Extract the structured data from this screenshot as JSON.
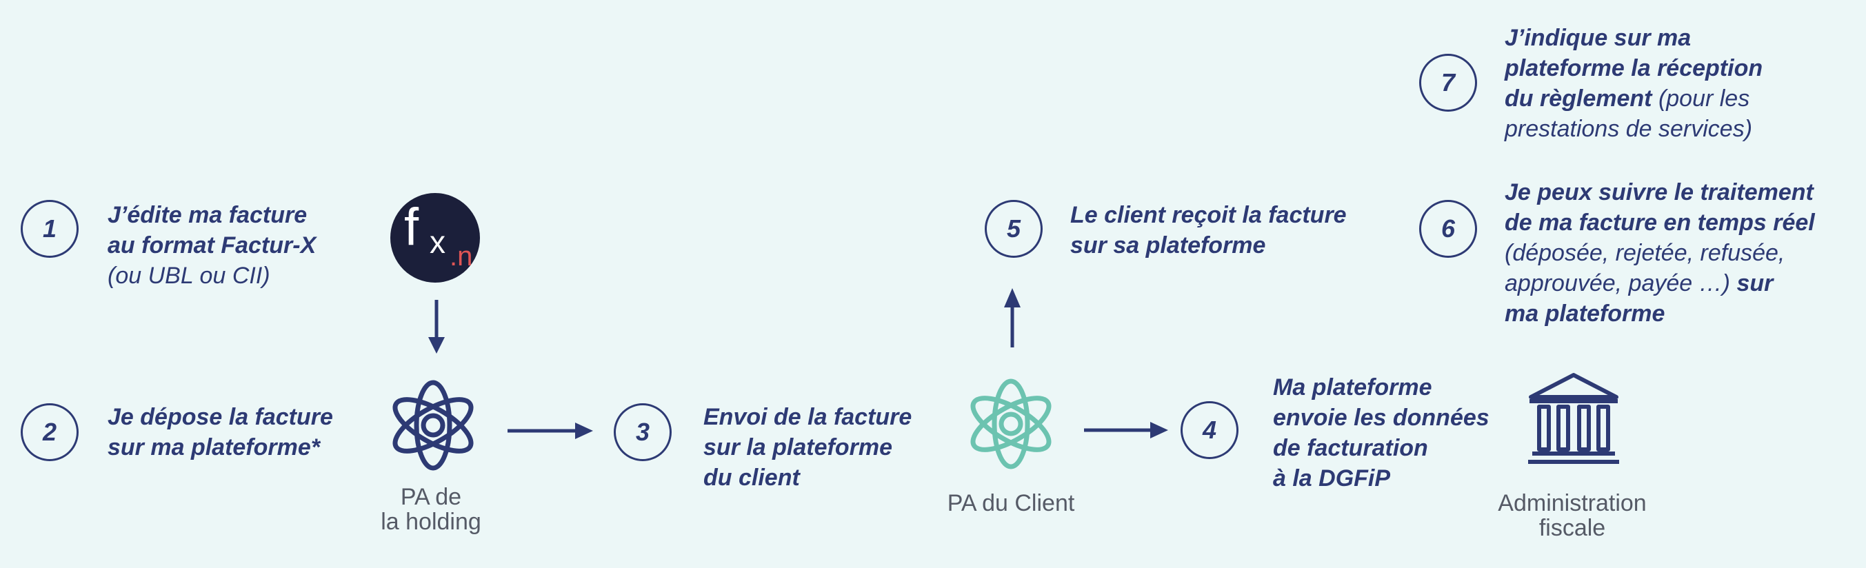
{
  "colors": {
    "navy": "#2d3a74",
    "teal": "#6cc3b0",
    "background": "#ecf7f7",
    "logo_bg": "#1b1f3a",
    "logo_accent": "#e05555"
  },
  "logo": {
    "f": "f",
    "x": "x",
    "n": ".n"
  },
  "steps": [
    {
      "num": "1",
      "lines": [
        [
          {
            "t": "J’édite ma facture",
            "s": "b"
          }
        ],
        [
          {
            "t": "au format Factur-X",
            "s": "b"
          }
        ],
        [
          {
            "t": "(ou UBL ou CII)",
            "s": "n"
          }
        ]
      ]
    },
    {
      "num": "2",
      "lines": [
        [
          {
            "t": "Je dépose la facture",
            "s": "b"
          }
        ],
        [
          {
            "t": "sur ma plateforme*",
            "s": "b"
          }
        ]
      ]
    },
    {
      "num": "3",
      "lines": [
        [
          {
            "t": "Envoi de la facture",
            "s": "b"
          }
        ],
        [
          {
            "t": "sur la plateforme",
            "s": "b"
          }
        ],
        [
          {
            "t": "du client",
            "s": "b"
          }
        ]
      ]
    },
    {
      "num": "4",
      "lines": [
        [
          {
            "t": "Ma plateforme",
            "s": "b"
          }
        ],
        [
          {
            "t": "envoie les données",
            "s": "b"
          }
        ],
        [
          {
            "t": "de facturation",
            "s": "b"
          }
        ],
        [
          {
            "t": "à la DGFiP",
            "s": "b"
          }
        ]
      ]
    },
    {
      "num": "5",
      "lines": [
        [
          {
            "t": "Le client reçoit la facture",
            "s": "b"
          }
        ],
        [
          {
            "t": "sur sa plateforme",
            "s": "b"
          }
        ]
      ]
    },
    {
      "num": "6",
      "lines": [
        [
          {
            "t": "Je peux suivre le traitement",
            "s": "b"
          }
        ],
        [
          {
            "t": "de ma facture en temps réel",
            "s": "b"
          }
        ],
        [
          {
            "t": "(déposée, rejetée, refusée,",
            "s": "n"
          }
        ],
        [
          {
            "t": "approuvée, payée …) ",
            "s": "n"
          },
          {
            "t": "sur",
            "s": "b"
          }
        ],
        [
          {
            "t": "ma plateforme",
            "s": "b"
          }
        ]
      ]
    },
    {
      "num": "7",
      "lines": [
        [
          {
            "t": "J’indique sur ma",
            "s": "b"
          }
        ],
        [
          {
            "t": "plateforme la réception",
            "s": "b"
          }
        ],
        [
          {
            "t": "du règlement ",
            "s": "b"
          },
          {
            "t": "(pour les",
            "s": "n"
          }
        ],
        [
          {
            "t": "prestations de services)",
            "s": "n"
          }
        ]
      ]
    }
  ],
  "captions": {
    "pa_holding": [
      "PA de",
      "la holding"
    ],
    "pa_client": "PA du Client",
    "administration": [
      "Administration",
      "fiscale"
    ]
  }
}
